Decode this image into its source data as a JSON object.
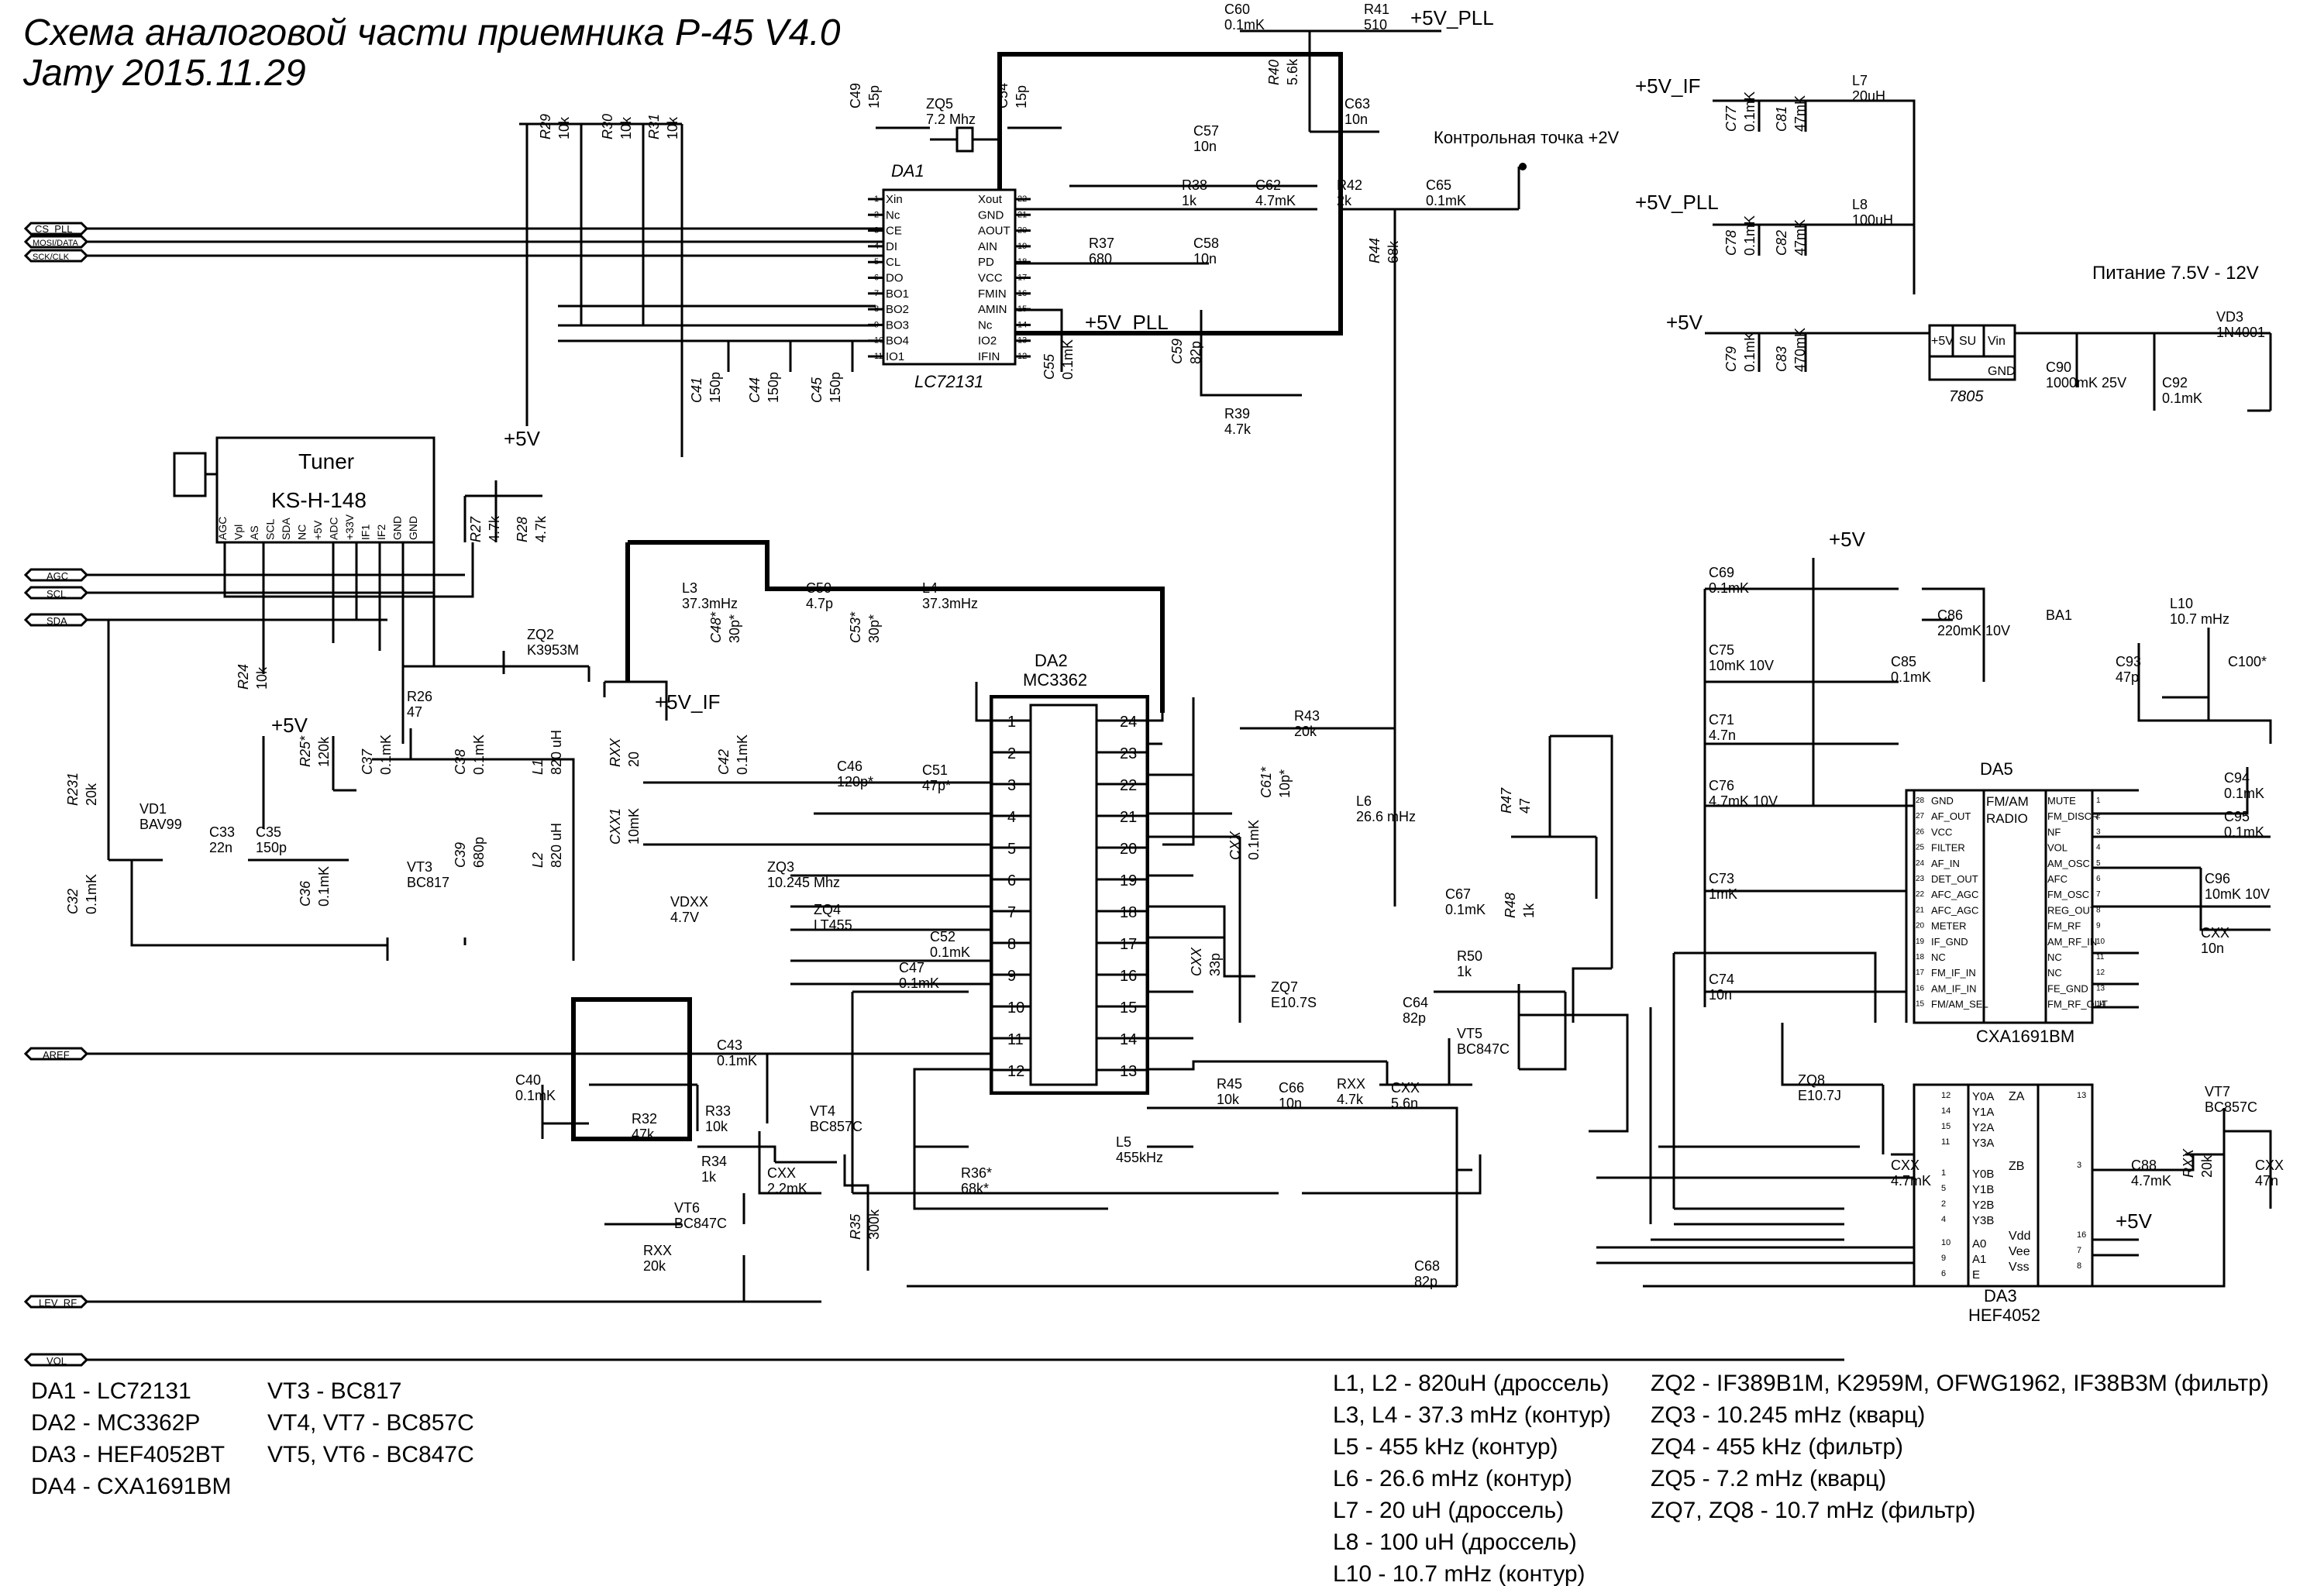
{
  "title": {
    "line1": "Схема аналоговой части приемника Р-45 V4.0",
    "line2": "Jamy 2015.11.29"
  },
  "ics": {
    "da1": {
      "ref": "DA1",
      "part": "LC72131",
      "pins_left": [
        "Xin",
        "Nc",
        "CE",
        "DI",
        "CL",
        "DO",
        "BO1",
        "BO2",
        "BO3",
        "BO4",
        "IO1"
      ],
      "pins_right": [
        "Xout",
        "GND",
        "AOUT",
        "AIN",
        "PD",
        "VCC",
        "FMIN",
        "AMIN",
        "Nc",
        "IO2",
        "IFIN"
      ],
      "nums_left": [
        "1",
        "2",
        "3",
        "4",
        "5",
        "6",
        "7",
        "8",
        "9",
        "10",
        "11"
      ],
      "nums_right": [
        "22",
        "21",
        "20",
        "19",
        "18",
        "17",
        "16",
        "15",
        "14",
        "13",
        "12"
      ]
    },
    "da2": {
      "ref": "DA2",
      "part": "MC3362",
      "nums_left": [
        "1",
        "2",
        "3",
        "4",
        "5",
        "6",
        "7",
        "8",
        "9",
        "10",
        "11",
        "12"
      ],
      "nums_right": [
        "24",
        "23",
        "22",
        "21",
        "20",
        "19",
        "18",
        "17",
        "16",
        "15",
        "14",
        "13"
      ]
    },
    "da3": {
      "ref": "DA3",
      "part": "HEF4052",
      "pins_left": [
        "Y0A",
        "Y1A",
        "Y2A",
        "Y3A",
        "Y0B",
        "Y1B",
        "Y2B",
        "Y3B",
        "A0",
        "A1",
        "E"
      ],
      "nums_left": [
        "12",
        "14",
        "15",
        "11",
        "1",
        "5",
        "2",
        "4",
        "10",
        "9",
        "6"
      ],
      "pins_right": [
        "ZA",
        "ZB",
        "Vdd",
        "Vee",
        "Vss"
      ],
      "nums_right": [
        "13",
        "3",
        "16",
        "7",
        "8"
      ]
    },
    "da5": {
      "ref": "DA5",
      "part": "CXA1691BM",
      "pins_left": [
        "GND",
        "AF_OUT",
        "VCC",
        "FILTER",
        "AF_IN",
        "DET_OUT",
        "AFC_AGC",
        "AFC_AGC",
        "METER",
        "IF_GND",
        "NC",
        "FM_IF_IN",
        "AM_IF_IN",
        "FM/AM_SEL"
      ],
      "nums_left": [
        "28",
        "27",
        "26",
        "25",
        "24",
        "23",
        "22",
        "21",
        "20",
        "19",
        "18",
        "17",
        "16",
        "15"
      ],
      "pins_right": [
        "MUTE",
        "FM_DISCR",
        "NF",
        "VOL",
        "AM_OSC",
        "AFC",
        "FM_OSC",
        "REG_OUT",
        "FM_RF",
        "AM_RF_IN",
        "NC",
        "NC",
        "FE_GND",
        "FM_RF_OUT"
      ],
      "nums_right": [
        "1",
        "2",
        "3",
        "4",
        "5",
        "6",
        "7",
        "8",
        "9",
        "10",
        "11",
        "12",
        "13",
        "14"
      ],
      "mid1": "FM/AM",
      "mid2": "RADIO"
    },
    "reg": {
      "part": "7805",
      "p1": "+5V",
      "p2": "SU",
      "p3": "Vin",
      "p4": "GND"
    }
  },
  "tuner": {
    "label": "Tuner",
    "model": "KS-H-148",
    "pins": [
      "AGC",
      "Vpl",
      "AS",
      "SCL",
      "SDA",
      "NC",
      "+5V",
      "ADC",
      "+33V",
      "IF1",
      "IF2",
      "GND",
      "GND"
    ]
  },
  "nets": {
    "cs_pll": "CS_PLL",
    "mosi": "MOSI/DATA",
    "sck": "SCK/CLK",
    "agc": "AGC",
    "scl": "SCL",
    "sda": "SDA",
    "aref": "AREF",
    "lev_rf": "LEV_RF",
    "vol": "VOL"
  },
  "power": {
    "p5v_pll": "+5V_PLL",
    "p5v_if": "+5V_IF",
    "p5v": "+5V",
    "supply": "Питание 7.5V - 12V",
    "testpoint": "Контрольная точка +2V"
  },
  "labels": {
    "c60": [
      "C60",
      "0.1mK"
    ],
    "r41": [
      "R41",
      "510"
    ],
    "r40": [
      "R40",
      "5.6k"
    ],
    "c63": [
      "C63",
      "10n"
    ],
    "c49": [
      "C49",
      "15p"
    ],
    "zq5": [
      "ZQ5",
      "7.2 Mhz"
    ],
    "c54": [
      "C54",
      "15p"
    ],
    "c57": [
      "C57",
      "10n"
    ],
    "r38": [
      "R38",
      "1k"
    ],
    "c62": [
      "C62",
      "4.7mK"
    ],
    "r42": [
      "R42",
      "2k"
    ],
    "c65": [
      "C65",
      "0.1mK"
    ],
    "r37": [
      "R37",
      "680"
    ],
    "c58": [
      "C58",
      "10n"
    ],
    "r44": [
      "R44",
      "68k"
    ],
    "r29": [
      "R29",
      "10k"
    ],
    "r30": [
      "R30",
      "10k"
    ],
    "r31": [
      "R31",
      "10k"
    ],
    "c41": [
      "C41",
      "150p"
    ],
    "c44": [
      "C44",
      "150p"
    ],
    "c45": [
      "C45",
      "150p"
    ],
    "c55": [
      "C55",
      "0.1mK"
    ],
    "c59": [
      "C59",
      "82p"
    ],
    "r39": [
      "R39",
      "4.7k"
    ],
    "c77": [
      "C77",
      "0.1mK"
    ],
    "c81": [
      "C81",
      "47mK"
    ],
    "l7": [
      "L7",
      "20uH"
    ],
    "c78": [
      "C78",
      "0.1mK"
    ],
    "c82": [
      "C82",
      "47mK"
    ],
    "l8": [
      "L8",
      "100uH"
    ],
    "c79": [
      "C79",
      "0.1mK"
    ],
    "c83": [
      "C83",
      "470mK"
    ],
    "c90": [
      "C90",
      "1000mK 25V"
    ],
    "c92": [
      "C92",
      "0.1mK"
    ],
    "vd3": [
      "VD3",
      "1N4001"
    ],
    "r27": [
      "R27",
      "4.7k"
    ],
    "r28": [
      "R28",
      "4.7k"
    ],
    "l3": [
      "L3",
      "37.3mHz"
    ],
    "c50": [
      "C50",
      "4.7p"
    ],
    "l4": [
      "L4",
      "37.3mHz"
    ],
    "c48": [
      "C48*",
      "30p*"
    ],
    "c53": [
      "C53*",
      "30p*"
    ],
    "zq2": [
      "ZQ2",
      "K3953M"
    ],
    "r24": [
      "R24",
      "10k"
    ],
    "r26": [
      "R26",
      "47"
    ],
    "r25": [
      "R25*",
      "120k"
    ],
    "c37": [
      "C37",
      "0.1mK"
    ],
    "c38": [
      "C38",
      "0.1mK"
    ],
    "l1": [
      "L1",
      "820 uH"
    ],
    "l2": [
      "L2",
      "820 uH"
    ],
    "c39": [
      "C39",
      "680p"
    ],
    "r231": [
      "R231",
      "20k"
    ],
    "vd1": [
      "VD1",
      "BAV99"
    ],
    "c33": [
      "C33",
      "22n"
    ],
    "c35": [
      "C35",
      "150p"
    ],
    "c36": [
      "C36",
      "0.1mK"
    ],
    "vt3": [
      "VT3",
      "BC817"
    ],
    "c32": [
      "C32",
      "0.1mK"
    ],
    "rxx1": [
      "RXX",
      "20"
    ],
    "c42": [
      "C42",
      "0.1mK"
    ],
    "cxx1": [
      "CXX1",
      "10mK"
    ],
    "vdxx": [
      "VDXX",
      "4.7V"
    ],
    "c46": [
      "C46",
      "120p*"
    ],
    "c51": [
      "C51",
      "47p*"
    ],
    "zq3": [
      "ZQ3",
      "10.245 Mhz"
    ],
    "zq4": [
      "ZQ4",
      "LT455"
    ],
    "c52": [
      "C52",
      "0.1mK"
    ],
    "c47": [
      "C47",
      "0.1mK"
    ],
    "r43": [
      "R43",
      "20k"
    ],
    "c61": [
      "C61*",
      "10p*"
    ],
    "l6": [
      "L6",
      "26.6 mHz"
    ],
    "cxx2": [
      "CXX",
      "0.1mK"
    ],
    "r47": [
      "R47",
      "47"
    ],
    "c67": [
      "C67",
      "0.1mK"
    ],
    "r48": [
      "R48",
      "1k"
    ],
    "r50": [
      "R50",
      "1k"
    ],
    "c64": [
      "C64",
      "82p"
    ],
    "vt5": [
      "VT5",
      "BC847C"
    ],
    "zq7": [
      "ZQ7",
      "E10.7S"
    ],
    "c33p": [
      "CXX",
      "33p"
    ],
    "zq8": [
      "ZQ8",
      "E10.7J"
    ],
    "c43": [
      "C43",
      "0.1mK"
    ],
    "c40": [
      "C40",
      "0.1mK"
    ],
    "r32": [
      "R32",
      "47k"
    ],
    "r33": [
      "R33",
      "10k"
    ],
    "vt4": [
      "VT4",
      "BC857C"
    ],
    "r34": [
      "R34",
      "1k"
    ],
    "cxx3": [
      "CXX",
      "2.2mK"
    ],
    "r35": [
      "R35",
      "300k"
    ],
    "vt6": [
      "VT6",
      "BC847C"
    ],
    "rxx2": [
      "RXX",
      "20k"
    ],
    "r45": [
      "R45",
      "10k"
    ],
    "c66": [
      "C66",
      "10n"
    ],
    "rxx3": [
      "RXX",
      "4.7k"
    ],
    "cxx4": [
      "CXX",
      "5.6n"
    ],
    "r36": [
      "R36*",
      "68k*"
    ],
    "l5": [
      "L5",
      "455kHz"
    ],
    "c68": [
      "C68",
      "82p"
    ],
    "c69": [
      "C69",
      "0.1mK"
    ],
    "c86": [
      "C86",
      "220mK 10V"
    ],
    "ba1": [
      "BA1",
      ""
    ],
    "c85": [
      "C85",
      "0.1mK"
    ],
    "c75": [
      "C75",
      "10mK 10V"
    ],
    "c71": [
      "C71",
      "4.7n"
    ],
    "c76": [
      "C76",
      "4.7mK 10V"
    ],
    "c73": [
      "C73",
      "1mK"
    ],
    "c74": [
      "C74",
      "10n"
    ],
    "l10": [
      "L10",
      "10.7 mHz"
    ],
    "c93": [
      "C93",
      "47p"
    ],
    "c100": [
      "C100*",
      ""
    ],
    "c94": [
      "C94",
      "0.1mK"
    ],
    "c95": [
      "C95",
      "0.1mK"
    ],
    "c96": [
      "C96",
      "10mK 10V"
    ],
    "cxx5": [
      "CXX",
      "10n"
    ],
    "cxx6": [
      "CXX",
      "4.7mK"
    ],
    "c88": [
      "C88",
      "4.7mK"
    ],
    "vt7": [
      "VT7",
      "BC857C"
    ],
    "rxx4": [
      "RXX",
      "20k"
    ],
    "cxx7": [
      "CXX",
      "47n"
    ]
  },
  "legend": {
    "col1": [
      "DA1 - LC72131",
      "DA2 - MC3362P",
      "DA3 - HEF4052BT",
      "DA4 - CXA1691BM"
    ],
    "col2": [
      "VT3 - BC817",
      "VT4, VT7 - BC857C",
      "VT5, VT6 - BC847C"
    ],
    "col3": [
      "L1, L2 - 820uH (дроссель)",
      "L3, L4 - 37.3 mHz (контур)",
      "L5 - 455 kHz (контур)",
      "L6 - 26.6 mHz (контур)",
      "L7 - 20 uH (дроссель)",
      "L8 - 100 uH (дроссель)",
      "L10 - 10.7 mHz (контур)"
    ],
    "col4": [
      "ZQ2 - IF389B1M, K2959M, OFWG1962, IF38B3M (фильтр)",
      "ZQ3 - 10.245 mHz (кварц)",
      "ZQ4 - 455 kHz (фильтр)",
      "ZQ5 - 7.2 mHz (кварц)",
      "ZQ7, ZQ8 - 10.7 mHz (фильтр)"
    ]
  }
}
